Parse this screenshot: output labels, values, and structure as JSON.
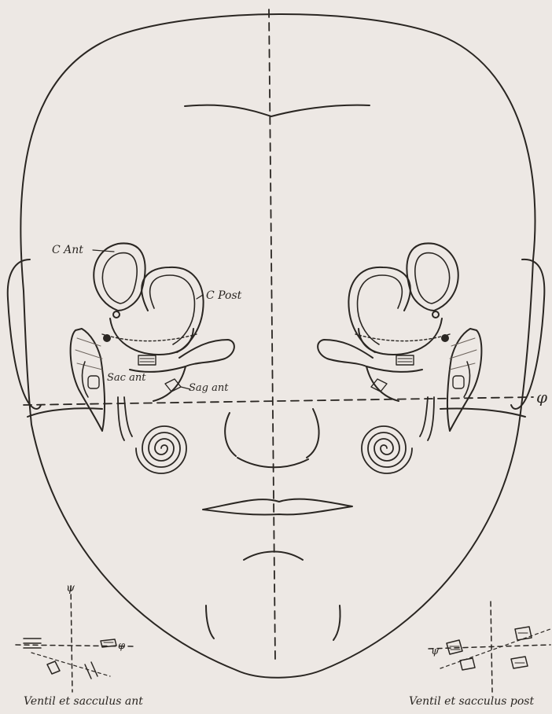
{
  "labels": {
    "c_ant": "C Ant",
    "c_post": "C Post",
    "sac_ant": "Sac ant",
    "sag_ant": "Sag ant",
    "phi": "φ",
    "psi": "ψ",
    "inset_left_caption": "Ventil et sacculus ant",
    "inset_right_caption": "Ventil et sacculus post",
    "inset_phi": "φ",
    "inset_right_psi": "ψ"
  },
  "colors": {
    "background": "#ede8e4",
    "ink": "#2a2622",
    "hatch": "#6b625b"
  }
}
